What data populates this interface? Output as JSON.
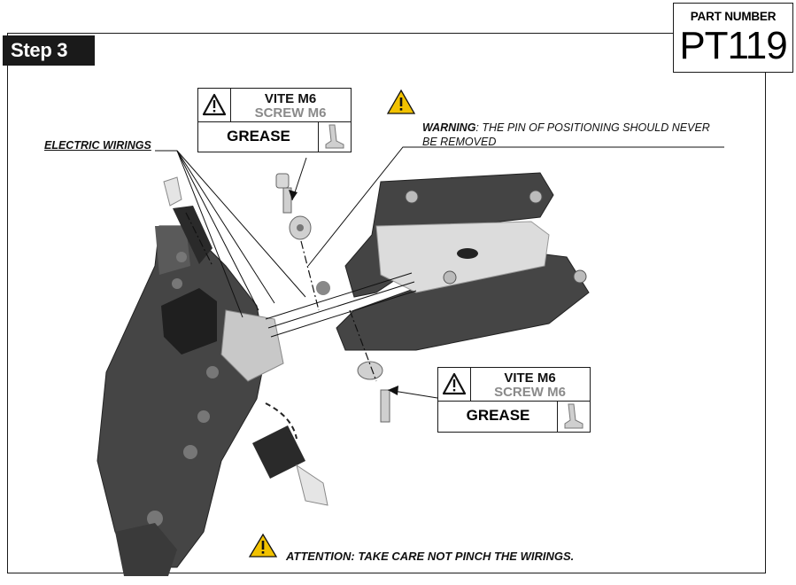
{
  "step": {
    "label": "Step 3"
  },
  "part_number": {
    "label": "PART NUMBER",
    "value": "PT119"
  },
  "spec_top": {
    "line1": "VITE M6",
    "line2": "SCREW M6",
    "grease": "GREASE"
  },
  "spec_bottom": {
    "line1": "VITE M6",
    "line2": "SCREW M6",
    "grease": "GREASE"
  },
  "labels": {
    "electric_wirings": "ELECTRIC WIRINGS",
    "warning_prefix": "WARNING",
    "warning_text_1": ": THE PIN OF POSITIONING SHOULD NEVER",
    "warning_text_2": "BE REMOVED",
    "attention": "ATTENTION: TAKE CARE NOT PINCH THE WIRINGS."
  },
  "colors": {
    "frame": "#1a1a1a",
    "warning_yellow": "#f2c200",
    "part_dark": "#3c3c3c",
    "part_light": "#d9d9d9"
  }
}
